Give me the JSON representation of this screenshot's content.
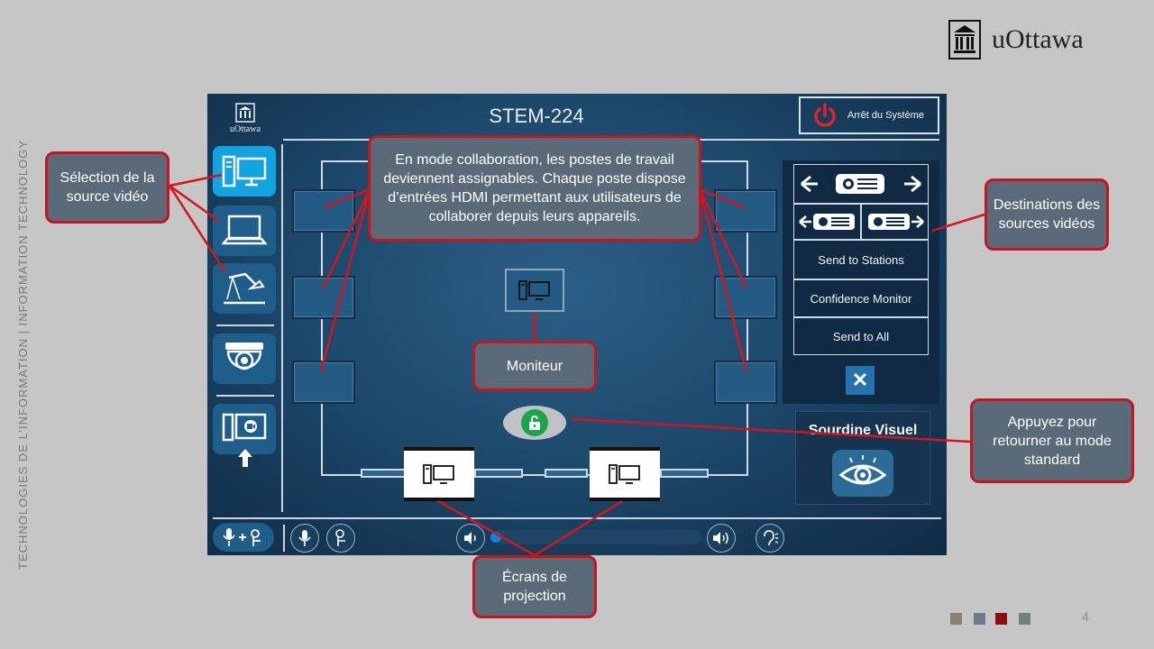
{
  "slide": {
    "side_text": "TECHNOLOGIES DE L’INFORMATION  |  INFORMATION TECHNOLOGY",
    "logo_text": "uOttawa",
    "page_number": "4",
    "square_colors": [
      "#8c7f78",
      "#6e7b88",
      "#8b0d12",
      "#6e8474"
    ]
  },
  "panel": {
    "logo_text": "uOttawa",
    "room_title": "STEM-224",
    "power_label": "Arrêt du Système",
    "sources": [
      {
        "icon": "desktop-computer-icon",
        "active": true
      },
      {
        "icon": "laptop-icon",
        "active": false
      },
      {
        "icon": "document-camera-icon",
        "active": false
      },
      {
        "icon": "ceiling-camera-icon",
        "active": false
      },
      {
        "icon": "videoconference-icon",
        "active": false
      }
    ],
    "destinations": {
      "send_to_stations": "Send to Stations",
      "confidence_monitor": "Confidence Monitor",
      "send_to_all": "Send to All",
      "close": "✕"
    },
    "visual_mute_label": "Sourdine Visuel"
  },
  "callouts": {
    "source_selection": "Sélection de la source vidéo",
    "collaboration": "En mode collaboration, les postes de travail deviennent assignables. Chaque poste dispose d’entrées HDMI permettant aux utilisateurs de collaborer depuis leurs appareils.",
    "destinations": "Destinations des sources vidéos",
    "monitor": "Moniteur",
    "return_standard": "Appuyez pour retourner au mode standard",
    "projection_screens": "Écrans de projection"
  },
  "colors": {
    "accent_red": "#c8141e",
    "callout_bg": "#5b6a78",
    "active_source": "#12a3e0",
    "lock_green": "#1fa34a"
  }
}
